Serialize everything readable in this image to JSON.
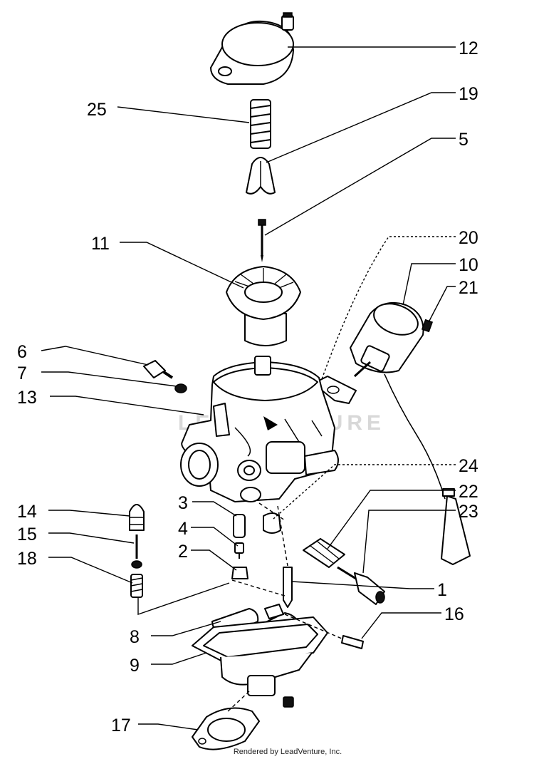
{
  "callouts": {
    "c1": "1",
    "c2": "2",
    "c3": "3",
    "c4": "4",
    "c5": "5",
    "c6": "6",
    "c7": "7",
    "c8": "8",
    "c9": "9",
    "c10": "10",
    "c11": "11",
    "c12": "12",
    "c13": "13",
    "c14": "14",
    "c15": "15",
    "c16": "16",
    "c17": "17",
    "c18": "18",
    "c19": "19",
    "c20": "20",
    "c21": "21",
    "c22": "22",
    "c23": "23",
    "c24": "24",
    "c25": "25"
  },
  "footer": "Rendered by LeadVenture, Inc.",
  "watermark": "LEADVENTURE"
}
